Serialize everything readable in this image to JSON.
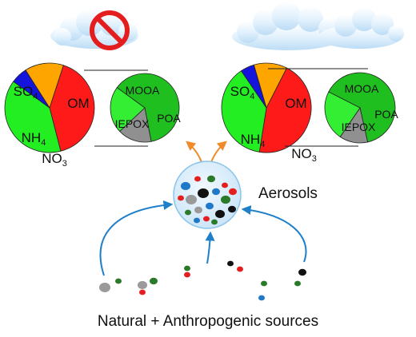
{
  "diagram": {
    "caption": "Natural + Anthropogenic sources",
    "center_label": "Aerosols",
    "left_panel": {
      "sky_state": "clear-sky with prohibition sign",
      "main_pie": [
        {
          "label": "SO",
          "sub": "4",
          "fraction": 0.41,
          "color": "#ff1a1a"
        },
        {
          "label": "OM",
          "sub": "",
          "fraction": 0.39,
          "color": "#22ee22"
        },
        {
          "label": "NO",
          "sub": "3",
          "fraction": 0.06,
          "color": "#1414dd"
        },
        {
          "label": "NH",
          "sub": "4",
          "fraction": 0.14,
          "color": "#ffa500"
        }
      ],
      "om_breakdown": [
        {
          "label": "MOOA",
          "fraction": 0.62,
          "color": "#1fbf1f"
        },
        {
          "label": "POA",
          "fraction": 0.16,
          "color": "#909090"
        },
        {
          "label": "IEPOX",
          "fraction": 0.22,
          "color": "#33ee33"
        }
      ]
    },
    "right_panel": {
      "sky_state": "cloudy",
      "main_pie": [
        {
          "label": "SO",
          "sub": "4",
          "fraction": 0.45,
          "color": "#ff1a1a"
        },
        {
          "label": "OM",
          "sub": "",
          "fraction": 0.38,
          "color": "#22ee22"
        },
        {
          "label": "NO",
          "sub": "3",
          "fraction": 0.05,
          "color": "#1414dd"
        },
        {
          "label": "NH",
          "sub": "4",
          "fraction": 0.12,
          "color": "#ffa500"
        }
      ],
      "om_breakdown": [
        {
          "label": "MOOA",
          "fraction": 0.64,
          "color": "#1fbf1f"
        },
        {
          "label": "POA",
          "fraction": 0.13,
          "color": "#909090"
        },
        {
          "label": "IEPOX",
          "fraction": 0.23,
          "color": "#33ee33"
        }
      ]
    },
    "colors": {
      "arrow_blue": "#1f7fc9",
      "arrow_orange": "#f08a2a",
      "cloud": "#d6ecfb",
      "no_sign": "#e41e1e",
      "sphere": "#d8eefb",
      "particle_palette": [
        "#e41e1e",
        "#2a7a2a",
        "#111111",
        "#9a9a9a",
        "#1f78c8"
      ]
    }
  }
}
